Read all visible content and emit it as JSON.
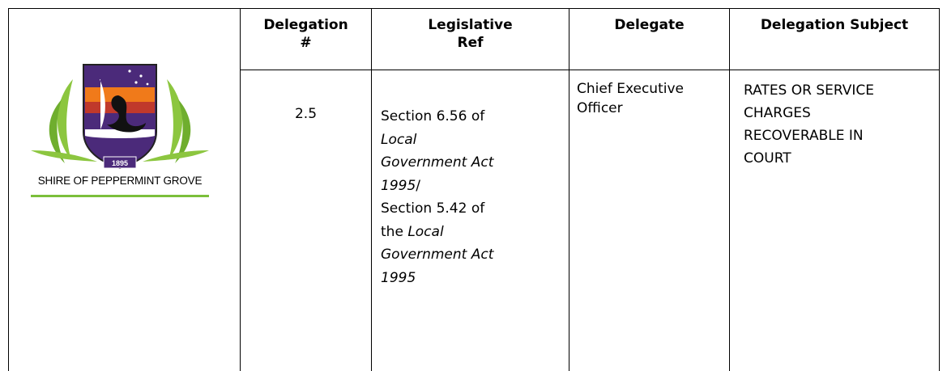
{
  "logo": {
    "year": "1895",
    "text": "SHIRE OF PEPPERMINT GROVE"
  },
  "table": {
    "headers": {
      "delegation_num": [
        "Delegation",
        "#"
      ],
      "legislative_ref": [
        "Legislative",
        "Ref"
      ],
      "delegate": "Delegate",
      "subject": "Delegation Subject"
    },
    "row": {
      "delegation_num": "2.5",
      "legislative_ref": {
        "l1": "Section 6.56 of",
        "l2": "Local",
        "l3": "Government Act",
        "l4a": "1995",
        "l4b": "/",
        "l5": "Section 5.42 of",
        "l6a": "the ",
        "l6b": "Local",
        "l7": "Government Act",
        "l8": "1995"
      },
      "delegate": [
        "Chief Executive",
        "Officer"
      ],
      "subject": [
        "RATES OR SERVICE",
        "CHARGES",
        "RECOVERABLE IN",
        "COURT"
      ]
    }
  },
  "colors": {
    "logo_green": "#7bbf3a",
    "logo_purple": "#4b2a7a",
    "logo_orange": "#f07a1a"
  }
}
